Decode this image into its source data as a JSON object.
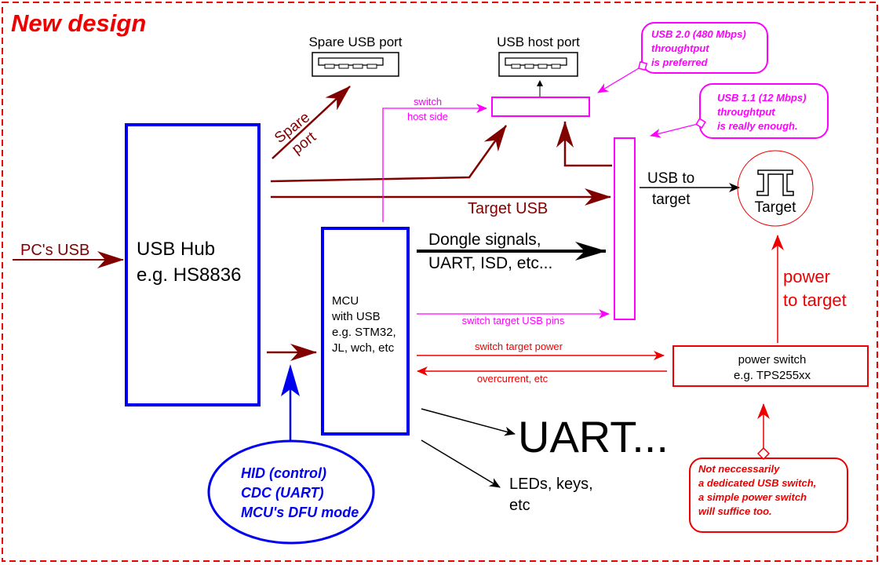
{
  "title": "New design",
  "spare_port": {
    "label": "Spare USB port",
    "arrow_label_1": "Spare",
    "arrow_label_2": "port"
  },
  "host_port": {
    "label": "USB host port"
  },
  "hub": {
    "line1": "USB Hub",
    "line2": "e.g. HS8836"
  },
  "pc_usb": "PC's USB",
  "mcu": {
    "line1": "MCU",
    "line2": "with USB",
    "line3": "e.g. STM32,",
    "line4": "JL, wch, etc"
  },
  "target_usb": "Target USB",
  "switch_host_side": {
    "line1": "switch",
    "line2": "host side"
  },
  "dongle_signals": {
    "line1": "Dongle signals,",
    "line2": "UART, ISD, etc..."
  },
  "switch_target_usb_pins": "switch target USB pins",
  "switch_target_power": "switch target power",
  "overcurrent": "overcurrent, etc",
  "usb_to_target": {
    "line1": "USB to",
    "line2": "target"
  },
  "target": "Target",
  "power_to_target": {
    "line1": "power",
    "line2": "to target"
  },
  "power_switch": {
    "line1": "power switch",
    "line2": "e.g. TPS255xx"
  },
  "uart": "UART...",
  "leds": {
    "line1": "LEDs, keys,",
    "line2": "etc"
  },
  "hid_bubble": {
    "line1": "HID (control)",
    "line2": "CDC (UART)",
    "line3": "MCU's DFU mode"
  },
  "note_usb2": {
    "line1": "USB 2.0 (480 Mbps)",
    "line2": "throughtput",
    "line3": "is preferred"
  },
  "note_usb11": {
    "line1": "USB 1.1 (12 Mbps)",
    "line2": "throughtput",
    "line3": "is really enough."
  },
  "note_power": {
    "line1": "Not neccessarily",
    "line2": "a dedicated USB switch,",
    "line3": "a simple power switch",
    "line4": "will suffice too."
  },
  "colors": {
    "blue": "#0000ee",
    "dark_red": "#800000",
    "red": "#ee0000",
    "magenta": "#ff00ff",
    "black": "#000000"
  }
}
